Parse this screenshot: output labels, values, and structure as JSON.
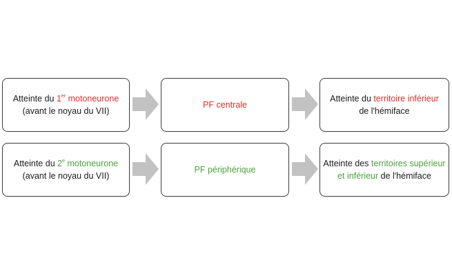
{
  "colors": {
    "central_accent": "#d9302c",
    "peripheral_accent": "#4aa33d",
    "arrow": "#c2c2c2",
    "box_border": "#3a3a3a",
    "text": "#1a1a1a"
  },
  "rows": [
    {
      "lesion": {
        "prefix": "Atteinte du ",
        "ordinal_num": "1",
        "ordinal_sup": "er",
        "neuron": " motoneurone",
        "line2": "(avant le noyau du VII)"
      },
      "paralysis": "PF centrale",
      "territory": {
        "prefix": "Atteinte du ",
        "highlight_1": "territoire inférieur",
        "line2_highlight": "",
        "line2_rest": "de l'hémiface"
      }
    },
    {
      "lesion": {
        "prefix": "Atteinte du ",
        "ordinal_num": "2",
        "ordinal_sup": "e",
        "neuron": " motoneurone",
        "line2": "(avant le noyau du VII)"
      },
      "paralysis": "PF périphérique",
      "territory": {
        "prefix": "Atteinte des ",
        "highlight_1": "territoires supérieur",
        "line2_highlight": "et inférieur",
        "line2_rest": " de l'hémiface"
      }
    }
  ]
}
